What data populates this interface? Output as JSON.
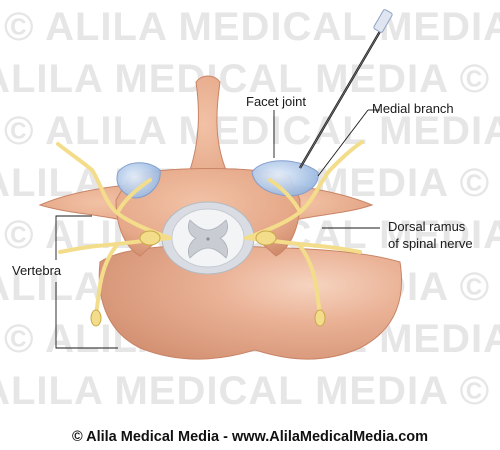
{
  "watermark": {
    "text": "© ALILA MEDICAL MEDIA",
    "color": "#e6e6e6"
  },
  "labels": {
    "facet_joint": "Facet joint",
    "medial_branch": "Medial branch",
    "dorsal_ramus_line1": "Dorsal ramus",
    "dorsal_ramus_line2": "of spinal nerve",
    "vertebra": "Vertebra"
  },
  "credit": "© Alila Medical Media - www.AlilaMedicalMedia.com",
  "colors": {
    "bone": "#e6a98a",
    "bone_shadow": "#c98466",
    "nerve": "#f3dd8a",
    "nerve_outline": "#c9a94a",
    "joint": "#a9c3e6",
    "spinal_cord": "#f2f2f2",
    "gray_matter": "#c9cdd3",
    "needle": "#222222"
  }
}
